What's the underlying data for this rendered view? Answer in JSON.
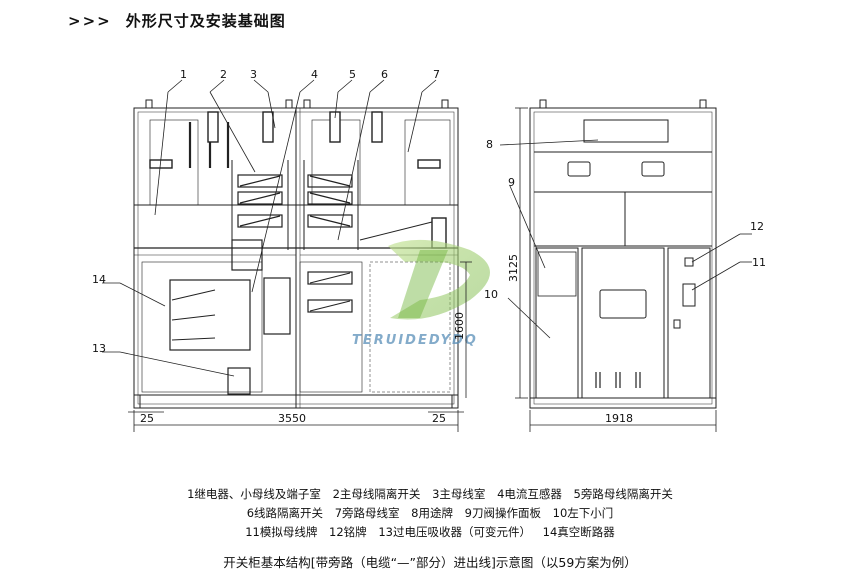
{
  "header": {
    "arrows": ">>>",
    "title": "外形尺寸及安装基础图"
  },
  "callouts": [
    "1",
    "2",
    "3",
    "4",
    "5",
    "6",
    "7",
    "8",
    "9",
    "10",
    "11",
    "12",
    "13",
    "14"
  ],
  "dimensions": {
    "front_width": "3550",
    "side_width": "1918",
    "height_total": "3125",
    "height_lower": "1600",
    "offset_left": "25",
    "offset_right": "25"
  },
  "watermark": "TERUIDEDYDQ",
  "legend": {
    "line1": [
      "1继电器、小母线及端子室",
      "2主母线隔离开关",
      "3主母线室",
      "4电流互感器",
      "5旁路母线隔离开关"
    ],
    "line2": [
      "6线路隔离开关",
      "7旁路母线室",
      "8用途牌",
      "9刀阀操作面板",
      "10左下小门"
    ],
    "line3": [
      "11模拟母线牌",
      "12铭牌",
      "13过电压吸收器（可变元件）",
      "14真空断路器"
    ]
  },
  "caption": "开关柜基本结构[带旁路（电缆“—”部分）进出线]示意图（以59方案为例）",
  "colors": {
    "line": "#222222",
    "watermark_green": "#8cc63f"
  }
}
